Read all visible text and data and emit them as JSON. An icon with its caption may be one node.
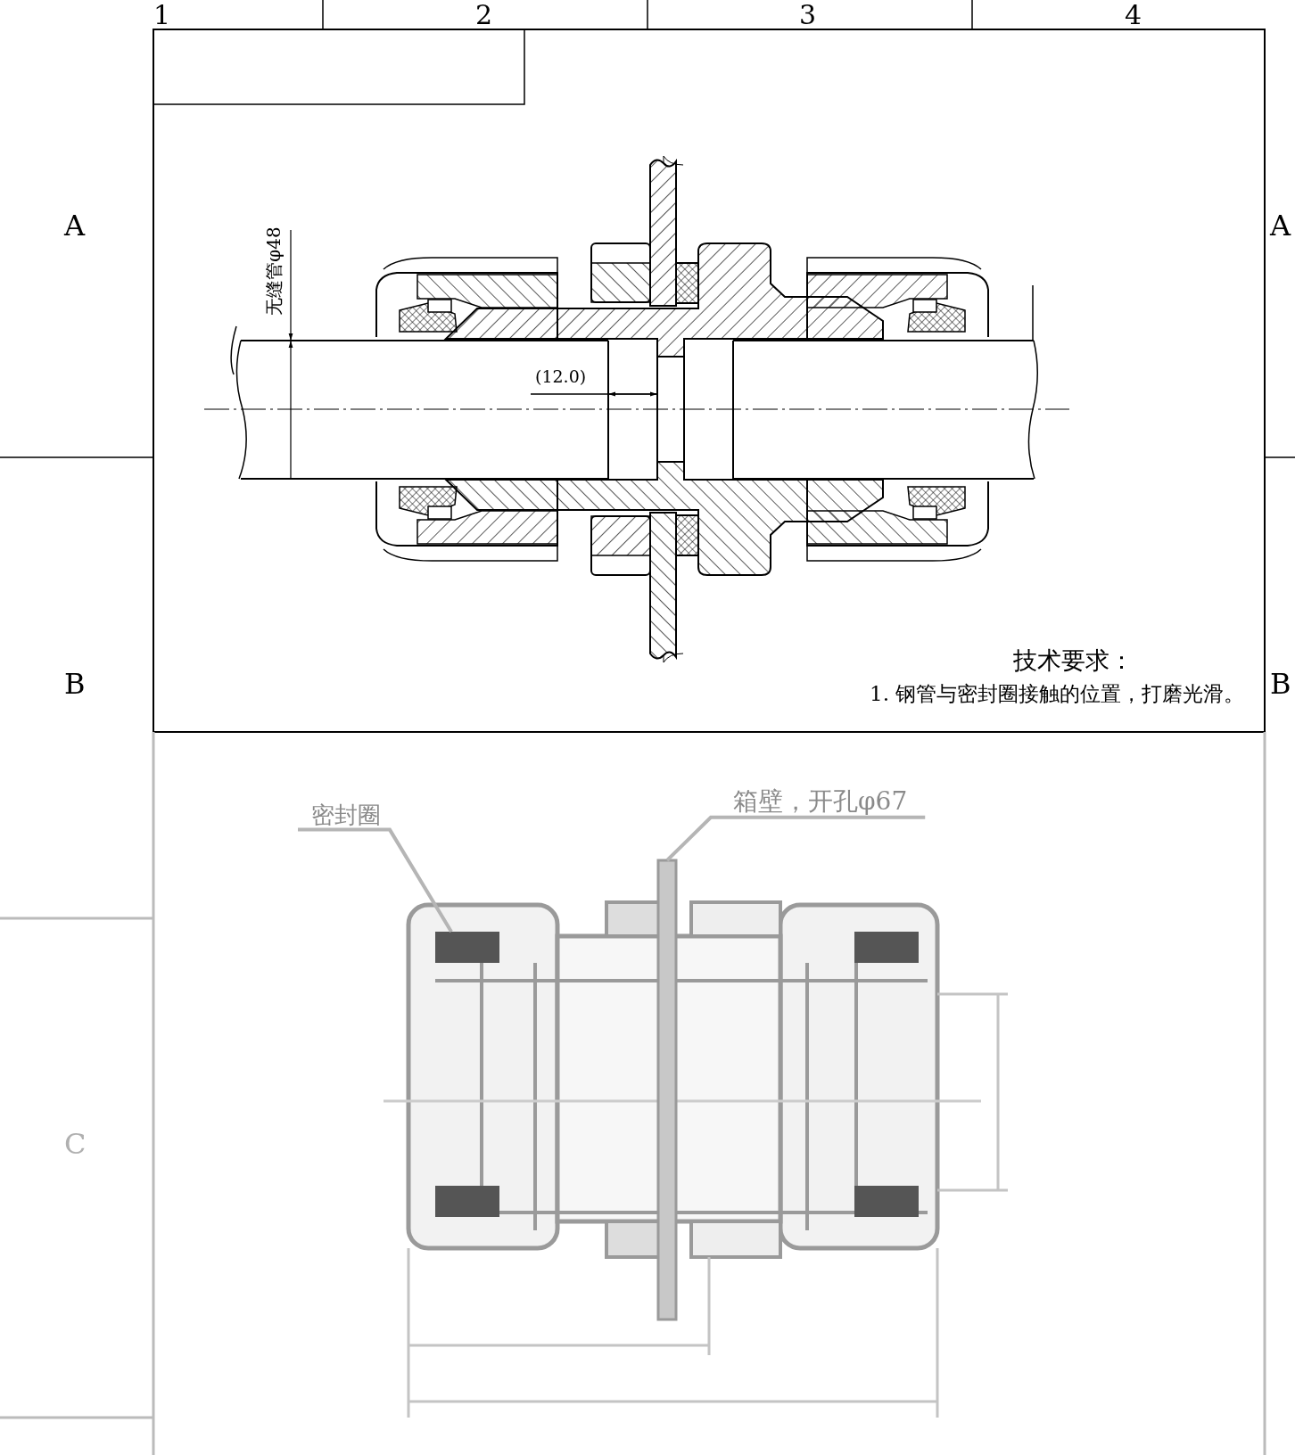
{
  "diagram": {
    "nodes": [
      {
        "text": [
          "密封圈"
        ]
      },
      {
        "text": [],
        "shape": "box"
      },
      {
        "text": [
          "箱壁，开孔φ67"
        ]
      },
      {
        "text": [],
        "shape": "bar"
      }
    ],
    "edges": [
      {
        "from": 0,
        "to": 1,
        "arrow": "none"
      },
      {
        "from": 2,
        "to": 3,
        "arrow": "none"
      }
    ],
    "labels": [
      "1",
      "2",
      "3",
      "4",
      "A",
      "无缝管φ48",
      "A",
      "(12.0)",
      "B",
      "B",
      "技术要求：",
      "1. 钢管与密封圈接触的位置，打磨光滑。",
      "C"
    ]
  }
}
